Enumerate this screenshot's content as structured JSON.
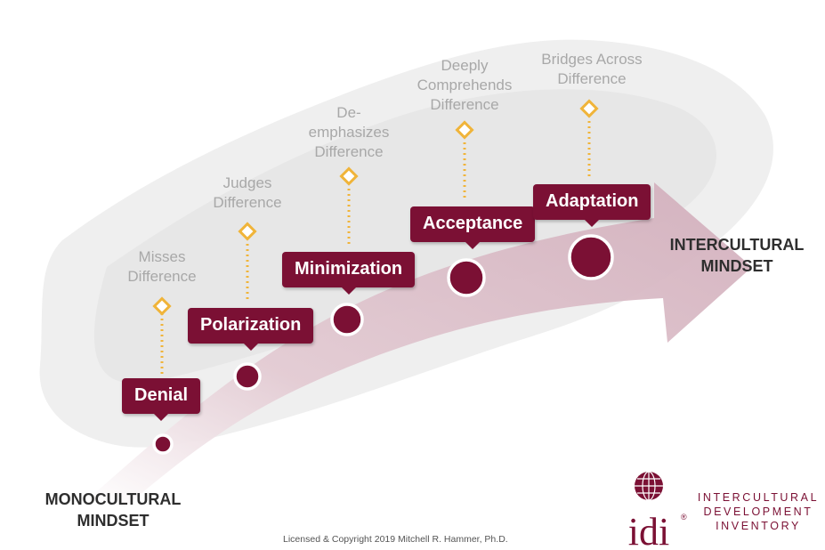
{
  "colors": {
    "accent": "#7b1034",
    "connector": "#f0b43a",
    "description_text": "#a8a8a8",
    "arrow": "#d8b9c4"
  },
  "stages": [
    {
      "label": "Denial",
      "description": [
        "Misses",
        "Difference"
      ]
    },
    {
      "label": "Polarization",
      "description": [
        "Judges",
        "Difference"
      ]
    },
    {
      "label": "Minimization",
      "description": [
        "De-",
        "emphasizes",
        "Difference"
      ]
    },
    {
      "label": "Acceptance",
      "description": [
        "Deeply",
        "Comprehends",
        "Difference"
      ]
    },
    {
      "label": "Adaptation",
      "description": [
        "Bridges Across",
        "Difference"
      ]
    }
  ],
  "mindsets": {
    "start": [
      "MONOCULTURAL",
      "MINDSET"
    ],
    "end": [
      "INTERCULTURAL",
      "MINDSET"
    ]
  },
  "copyright": "Licensed & Copyright 2019 Mitchell R. Hammer, Ph.D.",
  "logo": {
    "mark": "idi",
    "registered": "®",
    "name_lines": [
      "INTERCULTURAL",
      "DEVELOPMENT",
      "INVENTORY"
    ]
  }
}
